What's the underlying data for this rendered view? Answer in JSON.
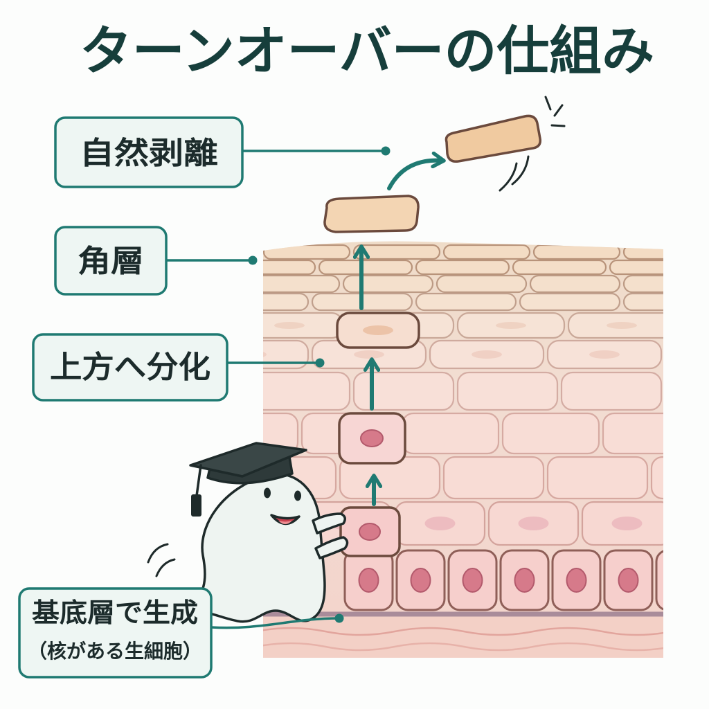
{
  "title": "ターンオーバーの仕組み",
  "labels": {
    "desquamation": "自然剥離",
    "stratum_corneum": "角層",
    "differentiation": "上方へ分化",
    "basal_layer": "基底層で生成",
    "basal_layer_note": "（核がある生細胞）"
  },
  "colors": {
    "accent": "#1f7a72",
    "title": "#163e3b",
    "label_background": "#eef6f3",
    "nucleus": "#d67a8a"
  },
  "icons": {
    "mascot": "ghost-with-graduation-cap-icon"
  }
}
